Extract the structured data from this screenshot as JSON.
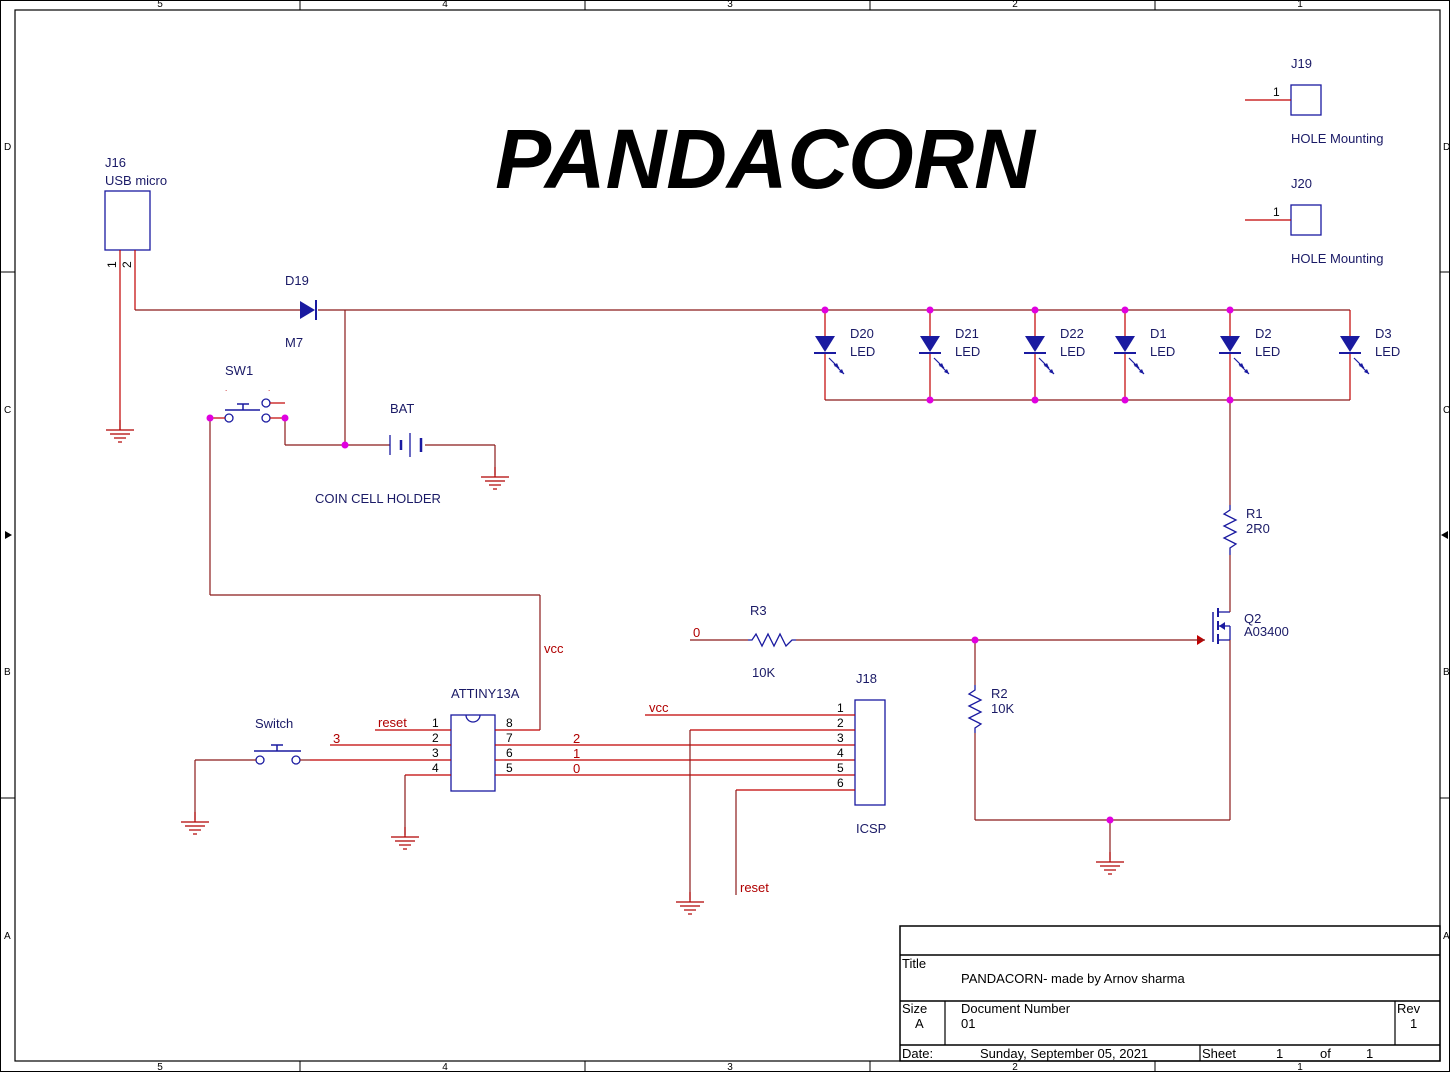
{
  "border": {
    "columns": [
      "5",
      "4",
      "3",
      "2",
      "1"
    ],
    "rows": [
      "D",
      "C",
      "B",
      "A"
    ]
  },
  "title_banner": "PANDACORN",
  "components": {
    "j16": {
      "ref": "J16",
      "value": "USB micro",
      "pin1": "1",
      "pin2": "2"
    },
    "d19": {
      "ref": "D19",
      "value": "M7"
    },
    "sw1": {
      "ref": "SW1"
    },
    "bat": {
      "ref": "BAT",
      "value": "COIN CELL HOLDER"
    },
    "j19": {
      "ref": "J19",
      "value": "HOLE Mounting",
      "pin": "1"
    },
    "j20": {
      "ref": "J20",
      "value": "HOLE Mounting",
      "pin": "1"
    },
    "leds": [
      {
        "ref": "D20",
        "value": "LED"
      },
      {
        "ref": "D21",
        "value": "LED"
      },
      {
        "ref": "D22",
        "value": "LED"
      },
      {
        "ref": "D1",
        "value": "LED"
      },
      {
        "ref": "D2",
        "value": "LED"
      },
      {
        "ref": "D3",
        "value": "LED"
      }
    ],
    "r1": {
      "ref": "R1",
      "value": "2R0"
    },
    "q2": {
      "ref": "Q2",
      "value": "A03400"
    },
    "r3": {
      "ref": "R3",
      "value": "10K",
      "net": "0"
    },
    "r2": {
      "ref": "R2",
      "value": "10K"
    },
    "u1": {
      "ref": "ATTINY13A",
      "left_pins": [
        "1",
        "2",
        "3",
        "4"
      ],
      "right_pins": [
        "8",
        "7",
        "6",
        "5"
      ],
      "left_nets": [
        "reset",
        "3"
      ],
      "right_nets": [
        "2",
        "1",
        "0"
      ],
      "vcc_net": "vcc"
    },
    "switch": {
      "ref": "Switch"
    },
    "j18": {
      "ref": "J18",
      "value": "ICSP",
      "pins": [
        "1",
        "2",
        "3",
        "4",
        "5",
        "6"
      ],
      "vcc_net": "vcc",
      "reset_net": "reset"
    }
  },
  "title_block": {
    "title_label": "Title",
    "title": "PANDACORN- made by Arnov sharma",
    "size_label": "Size",
    "size": "A",
    "docnum_label": "Document Number",
    "docnum": "01",
    "rev_label": "Rev",
    "rev": "1",
    "date_label": "Date:",
    "date": "Sunday, September 05, 2021",
    "sheet_label": "Sheet",
    "sheet": "1",
    "of_label": "of",
    "sheet_total": "1"
  }
}
